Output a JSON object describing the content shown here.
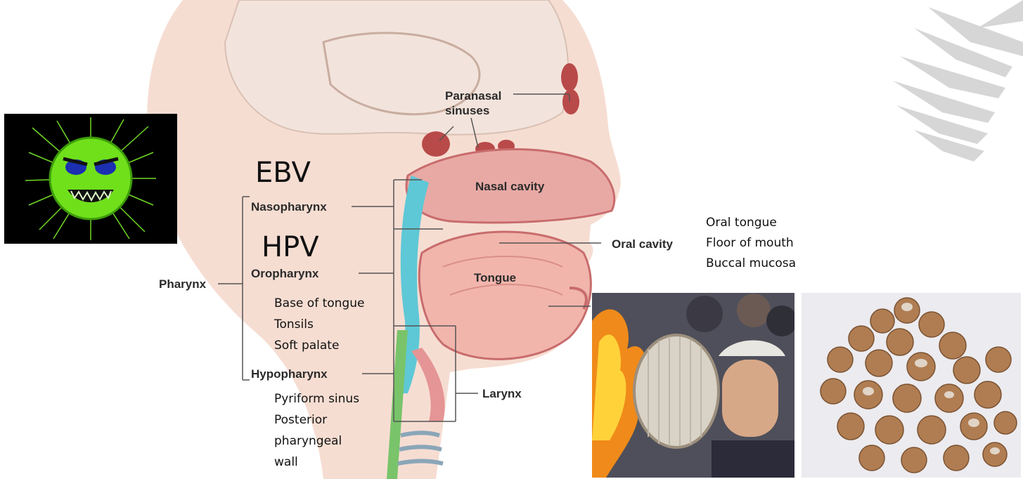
{
  "diagram": {
    "labels": {
      "paranasal": "Paranasal\nsinuses",
      "nasal_cavity": "Nasal cavity",
      "nasopharynx": "Nasopharynx",
      "oropharynx": "Oropharynx",
      "hypopharynx": "Hypopharynx",
      "pharynx": "Pharynx",
      "oral_cavity": "Oral cavity",
      "tongue": "Tongue",
      "larynx": "Larynx"
    }
  },
  "annotations": {
    "ebv": "EBV",
    "hpv": "HPV",
    "oropharynx_sites": [
      "Base of tongue",
      "Tonsils",
      "Soft palate"
    ],
    "hypopharynx_sites": [
      "Pyriform sinus",
      "Posterior",
      "pharyngeal",
      "wall"
    ],
    "oral_cavity_sites": [
      "Oral tongue",
      "Floor of mouth",
      "Buccal mucosa"
    ]
  },
  "colors": {
    "virus": "#6fe01a",
    "nasal_tissue": "#e59595",
    "pharynx_blue": "#5ec8d6",
    "skin": "#f4d9cc"
  }
}
